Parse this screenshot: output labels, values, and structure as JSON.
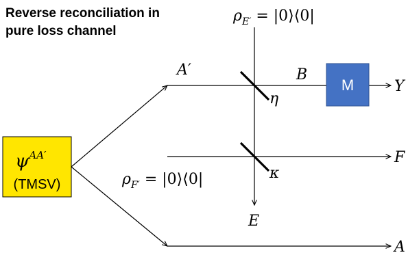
{
  "title": {
    "line1": "Reverse reconciliation in",
    "line2": "pure loss channel"
  },
  "rho_e": {
    "symbol": "ρ",
    "sub": "E′",
    "rhs": " = |0⟩⟨0|"
  },
  "rho_f": {
    "symbol": "ρ",
    "sub": "F′",
    "rhs": " = |0⟩⟨0|"
  },
  "source": {
    "psi": "ψ",
    "sup": "AA′",
    "label": "(TMSV)",
    "color": "#FFE600"
  },
  "measurement": {
    "label": "M",
    "color": "#4472C4"
  },
  "labels": {
    "a_prime": "A′",
    "b": "B",
    "y": "Y",
    "f": "F",
    "e": "E",
    "a": "A",
    "eta": "η",
    "kappa": "κ"
  }
}
